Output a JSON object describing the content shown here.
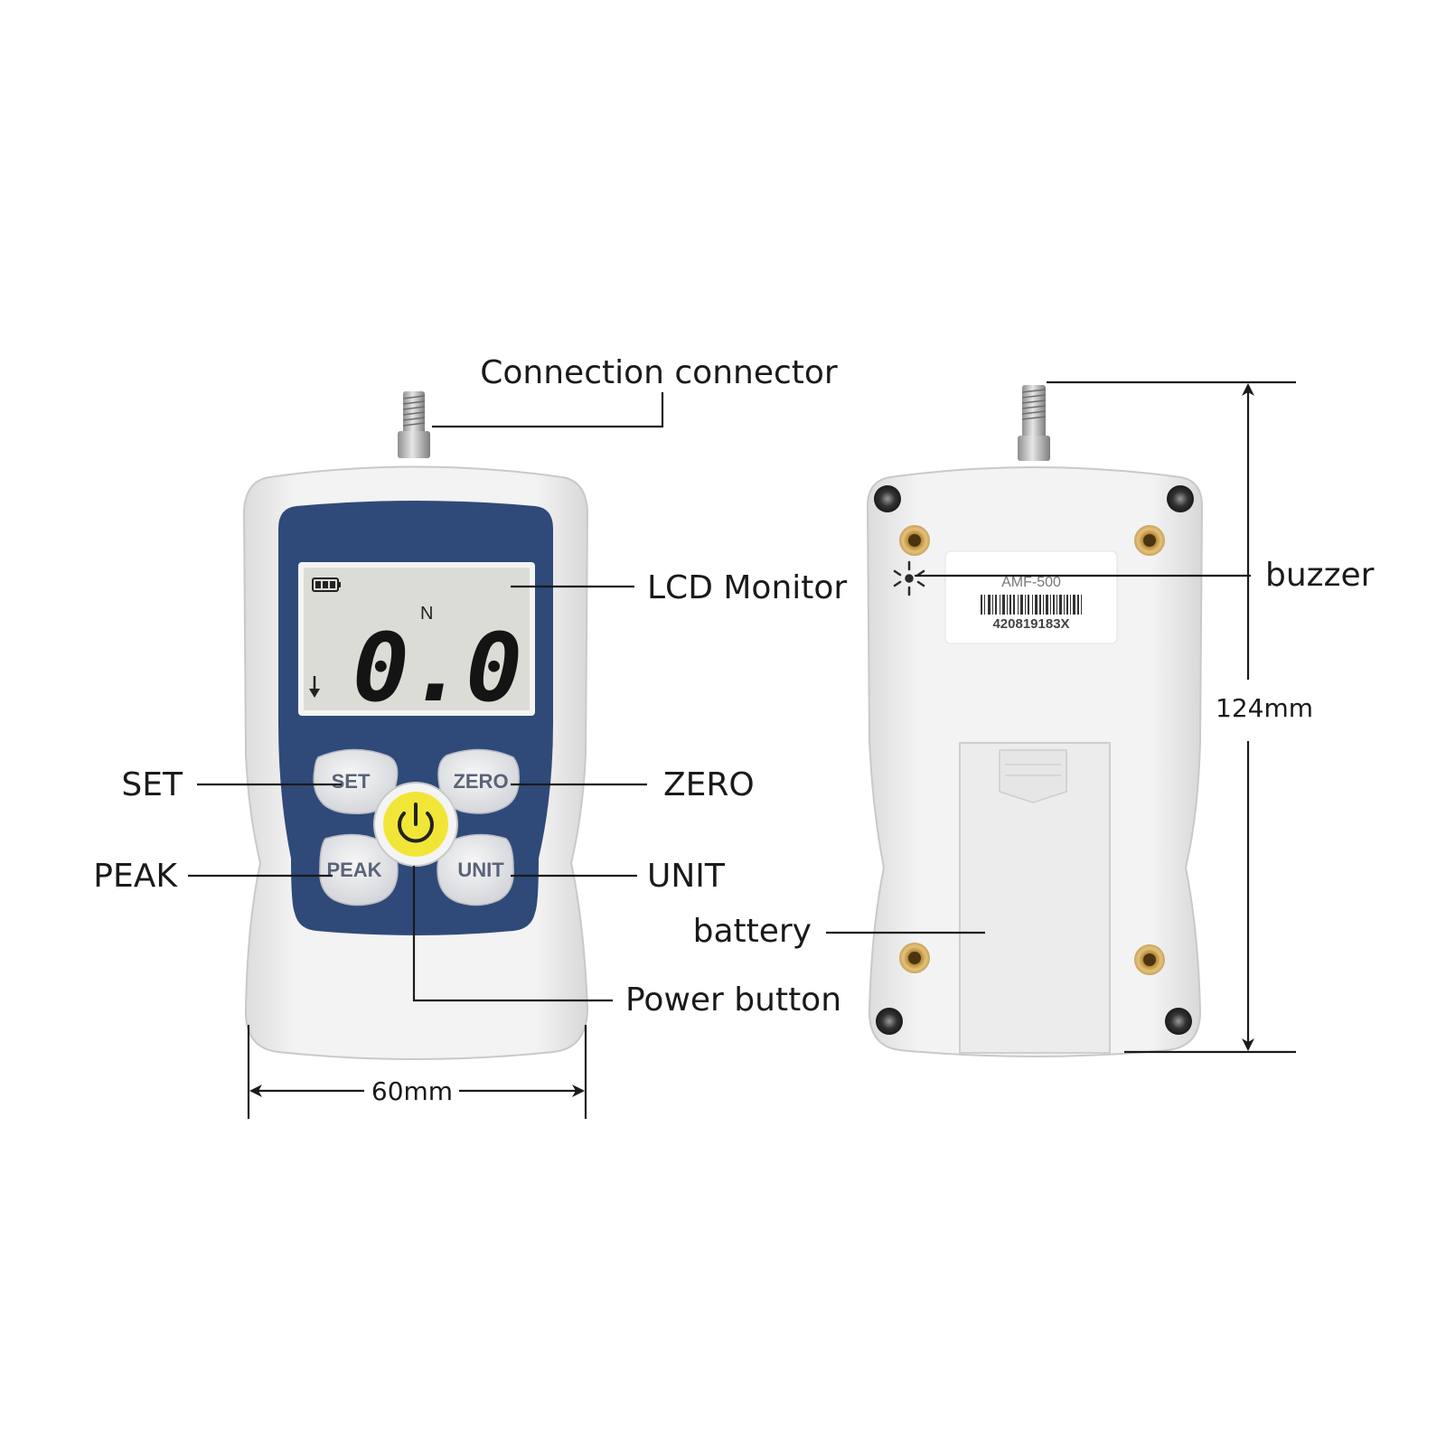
{
  "callouts": {
    "connector": "Connection connector",
    "lcd": "LCD Monitor",
    "set": "SET",
    "zero": "ZERO",
    "peak": "PEAK",
    "unit": "UNIT",
    "battery": "battery",
    "power": "Power button",
    "buzzer": "buzzer"
  },
  "dimensions": {
    "width": "60mm",
    "height": "124mm"
  },
  "device_front": {
    "lcd_unit": "N",
    "lcd_reading": "0.0",
    "buttons": {
      "set": "SET",
      "zero": "ZERO",
      "peak": "PEAK",
      "unit": "UNIT"
    }
  },
  "device_back": {
    "model": "AMF-500",
    "serial": "420819183X"
  },
  "colors": {
    "panel": "#2f4a78",
    "lcd": "#dcdcd6",
    "power": "#f1e637",
    "body": "#efefef"
  }
}
